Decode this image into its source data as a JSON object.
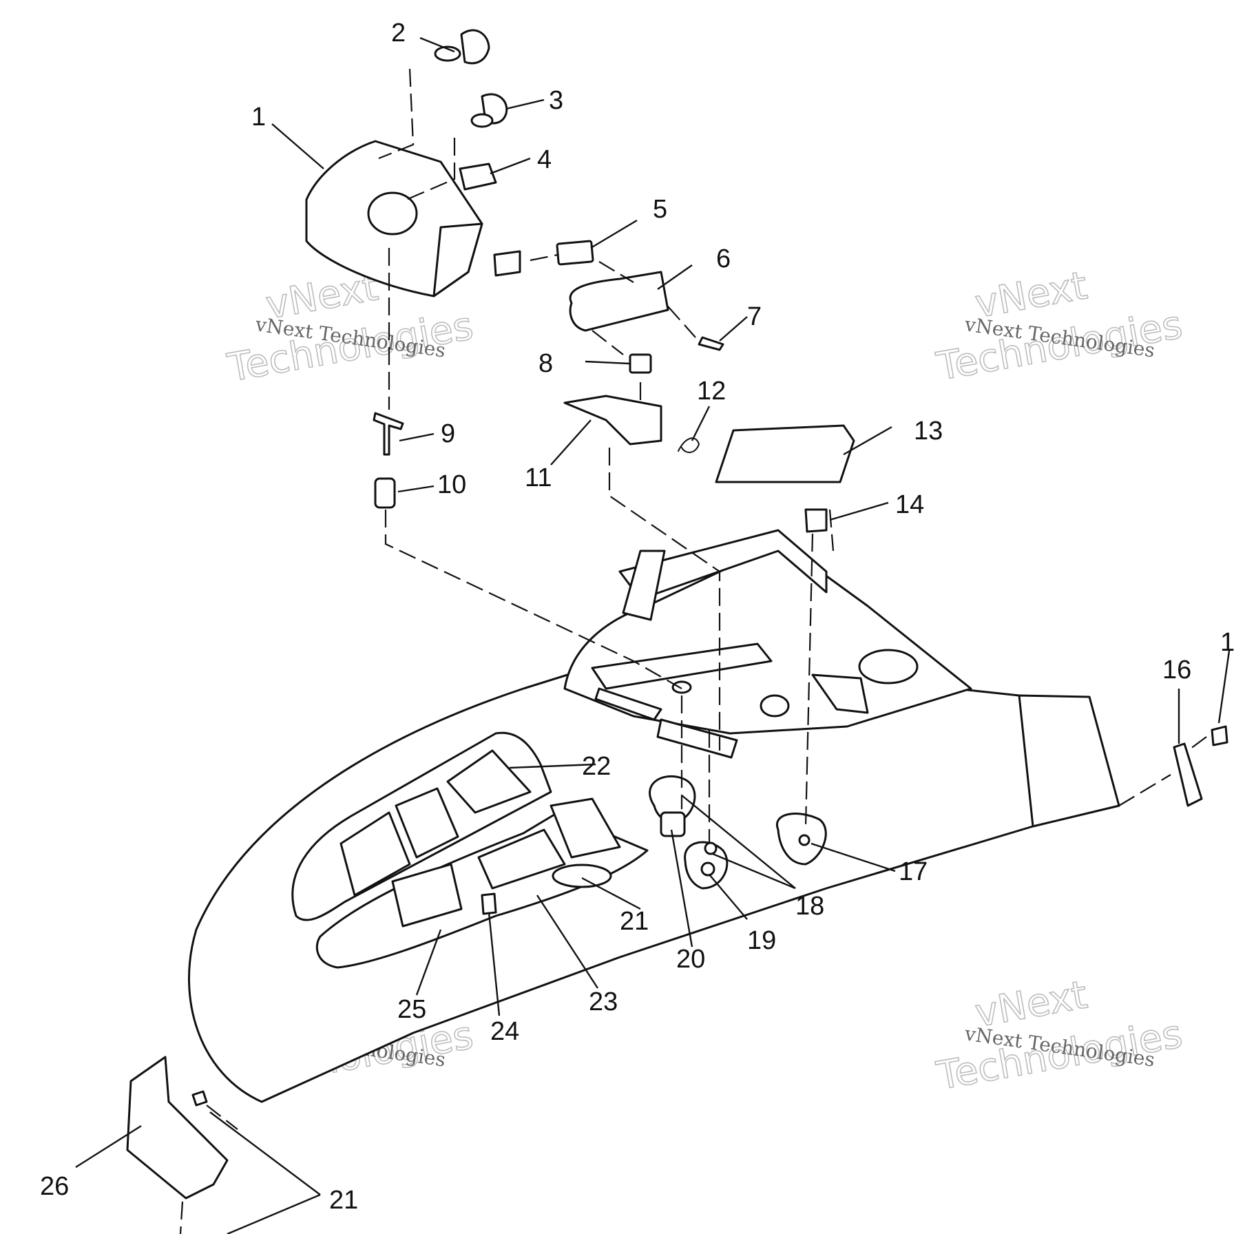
{
  "diagram": {
    "callouts": [
      {
        "id": "c1",
        "text": "1"
      },
      {
        "id": "c2",
        "text": "2"
      },
      {
        "id": "c3",
        "text": "3"
      },
      {
        "id": "c4",
        "text": "4"
      },
      {
        "id": "c5",
        "text": "5"
      },
      {
        "id": "c6",
        "text": "6"
      },
      {
        "id": "c7",
        "text": "7"
      },
      {
        "id": "c8",
        "text": "8"
      },
      {
        "id": "c9",
        "text": "9"
      },
      {
        "id": "c10",
        "text": "10"
      },
      {
        "id": "c11",
        "text": "11"
      },
      {
        "id": "c12",
        "text": "12"
      },
      {
        "id": "c13",
        "text": "13"
      },
      {
        "id": "c14",
        "text": "14"
      },
      {
        "id": "c16",
        "text": "16"
      },
      {
        "id": "c17",
        "text": "17"
      },
      {
        "id": "c18",
        "text": "18"
      },
      {
        "id": "c19",
        "text": "19"
      },
      {
        "id": "c20",
        "text": "20"
      },
      {
        "id": "c21a",
        "text": "21"
      },
      {
        "id": "c21b",
        "text": "21"
      },
      {
        "id": "c22",
        "text": "22"
      },
      {
        "id": "c23",
        "text": "23"
      },
      {
        "id": "c24",
        "text": "24"
      },
      {
        "id": "c25",
        "text": "25"
      },
      {
        "id": "c26",
        "text": "26"
      },
      {
        "id": "c15",
        "text": "1"
      }
    ]
  },
  "watermark": {
    "brand": "vNext",
    "word": "Technologies",
    "line": "vNext Technologies"
  },
  "colors": {
    "ink": "#111111",
    "watermark": "#bdbdbd"
  }
}
